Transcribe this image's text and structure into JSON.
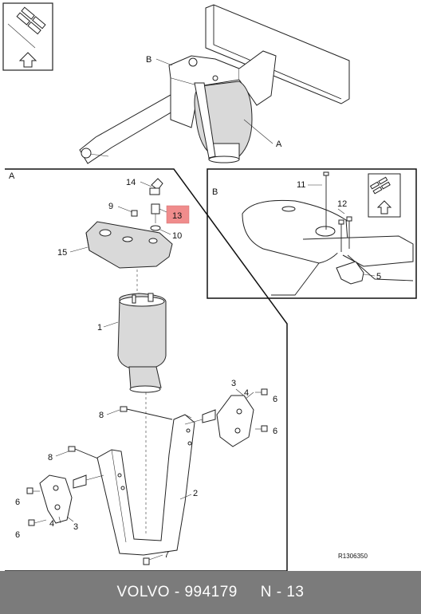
{
  "callouts": {
    "A": "A",
    "B": "B",
    "p1": "1",
    "p2": "2",
    "p3a": "3",
    "p3b": "3",
    "p4a": "4",
    "p4b": "4",
    "p5": "5",
    "p6a": "6",
    "p6b": "6",
    "p6c": "6",
    "p6d": "6",
    "p7": "7",
    "p8a": "8",
    "p8b": "8",
    "p9": "9",
    "p10": "10",
    "p11": "11",
    "p12": "12",
    "p13": "13",
    "p14": "14",
    "p15": "15"
  },
  "highlight_color": "#f08c8c",
  "drawing_number": "R1306350",
  "footer": {
    "brand": "VOLVO",
    "separator": " - ",
    "part_number": "994179",
    "position": "N - 13"
  }
}
